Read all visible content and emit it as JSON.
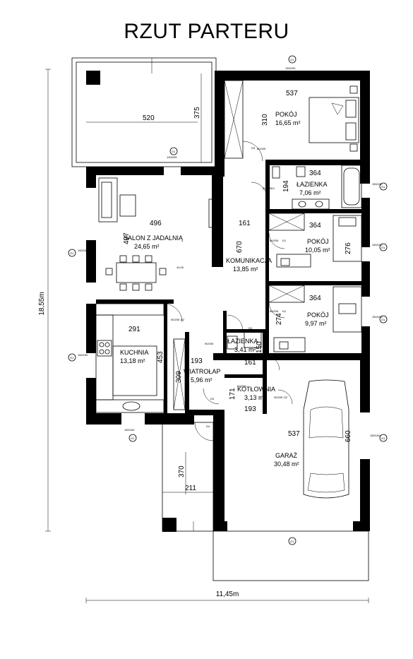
{
  "title": "RZUT PARTERU",
  "rooms": [
    {
      "name": "POKÓJ",
      "area": "16,65 m²"
    },
    {
      "name": "ŁAZIENKA",
      "area": "7,06 m²"
    },
    {
      "name": "POKÓJ",
      "area": "10,05 m²"
    },
    {
      "name": "POKÓJ",
      "area": "9,97 m²"
    },
    {
      "name": "SALON Z JADALNIĄ",
      "area": "24,65 m²"
    },
    {
      "name": "KOMUNIKACJA",
      "area": "13,85 m²"
    },
    {
      "name": "ŁAZIENKA",
      "area": "3,41 m²"
    },
    {
      "name": "KUCHNIA",
      "area": "13,18 m²"
    },
    {
      "name": "WIATROŁAP",
      "area": "5,96 m²"
    },
    {
      "name": "KOTŁOWNIA",
      "area": "3,13 m²"
    },
    {
      "name": "GARAŻ",
      "area": "30,48 m²"
    }
  ],
  "dimensions": [
    "520",
    "375",
    "537",
    "310",
    "364",
    "194",
    "496",
    "161",
    "497",
    "670",
    "364",
    "276",
    "364",
    "274",
    "291",
    "453",
    "193",
    "309",
    "161",
    "150",
    "171",
    "193",
    "537",
    "660",
    "370",
    "211"
  ],
  "overall": {
    "height": "18,55m",
    "width": "11,45m"
  },
  "level_mark": "±0,00",
  "window_tags": [
    "O1",
    "O1",
    "O1",
    "O1",
    "O1",
    "O1",
    "O1",
    "O1",
    "O1",
    "O1"
  ],
  "door_tags": [
    "D1",
    "D1",
    "D1",
    "D2",
    "D2",
    "D3",
    "D3",
    "D3",
    "D4"
  ],
  "window_sizes": [
    "100/205",
    "150/150",
    "150/150",
    "150/150",
    "150/150",
    "150/150",
    "150/150",
    "150/150",
    "150/150"
  ],
  "door_sizes": [
    "80/205",
    "80/205",
    "80/205",
    "90/205",
    "90/205",
    "90/205",
    "60/205",
    "80/205"
  ]
}
